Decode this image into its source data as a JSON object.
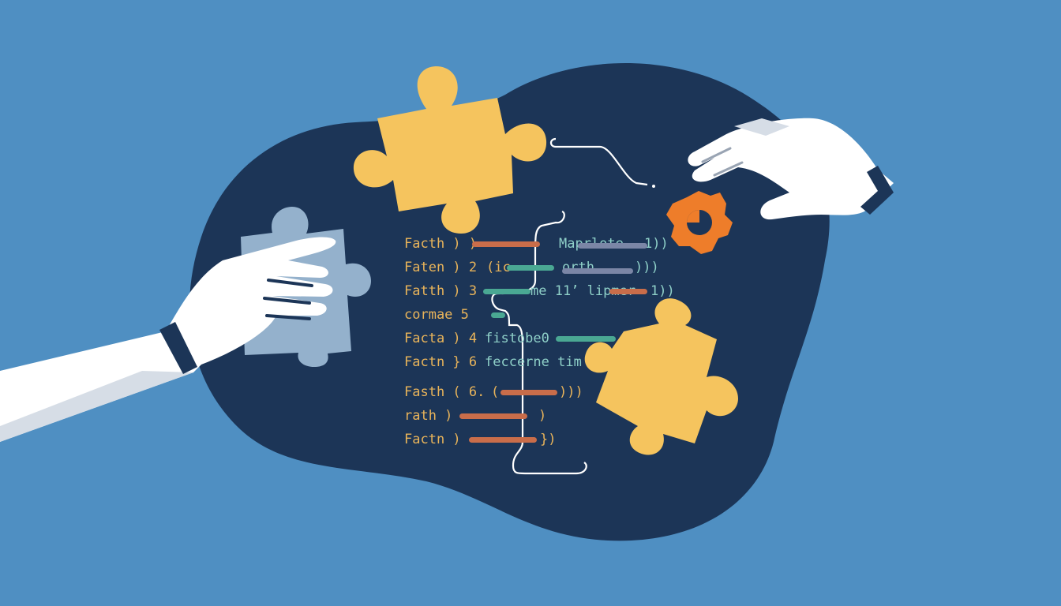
{
  "illustration": {
    "background_color": "#4f8fc2",
    "blob_color": "#1c3557",
    "puzzle_color": "#f5c45e",
    "ghost_puzzle_color": "#a9c7e0",
    "gear_color": "#ee7d2a",
    "hand_color": "#ffffff",
    "hand_shadow_color": "#d6dde6",
    "cuff_color": "#1c3557",
    "icons": [
      "puzzle-piece-icon",
      "puzzle-piece-icon",
      "ghost-puzzle-piece-icon",
      "gear-icon",
      "left-hand-icon",
      "right-hand-icon",
      "curly-brace-icon",
      "connector-line-icon"
    ]
  },
  "code": {
    "lines": [
      {
        "a": "Facth ) )",
        "b": "Maprlote",
        "c": "1))",
        "bar1": "#c96d4a",
        "bar2": "#7b86a6"
      },
      {
        "a": "Faten ) 2",
        "b": "(ic",
        "c": "orth",
        "d": ")))",
        "bar1": "#4aa893",
        "bar2": "#7b86a6"
      },
      {
        "a": "Fatth ) 3",
        "b": "me 11’ lipmer",
        "c": "1))",
        "bar1": "#4aa893",
        "bar2": "#c96d4a"
      },
      {
        "a": "cormae 5",
        "b": "",
        "bar1": "#4aa893"
      },
      {
        "a": "Facta ) 4",
        "b": "fistobe0",
        "bar1": "#4aa893"
      },
      {
        "a": "Factn } 6",
        "b": "feccerne tim"
      },
      {
        "a": "Fasth ( 6.",
        "b": "(",
        "c": ")))",
        "bar1": "#c96d4a"
      },
      {
        "a": "rath )",
        "b": ")",
        "c": ")",
        "bar1": "#c96d4a"
      },
      {
        "a": "Factn )",
        "b": ")",
        "c": "})",
        "bar1": "#c96d4a"
      }
    ]
  }
}
